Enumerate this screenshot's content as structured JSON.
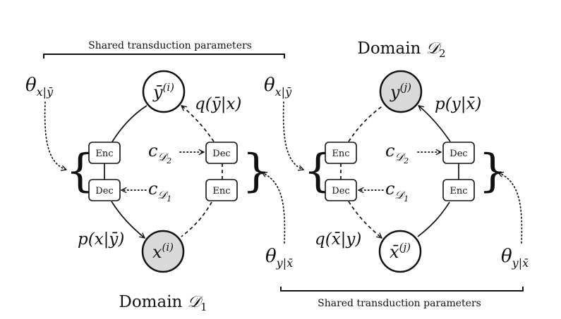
{
  "brackets": {
    "top_left_label": "Shared transduction parameters",
    "bottom_right_label": "Shared transduction parameters"
  },
  "domains": {
    "d1": {
      "prefix": "Domain ",
      "symbol": "𝒟",
      "sub": "1"
    },
    "d2": {
      "prefix": "Domain ",
      "symbol": "𝒟",
      "sub": "2"
    }
  },
  "boxes": {
    "enc": "Enc",
    "dec": "Dec"
  },
  "parameters": {
    "theta": "θ",
    "x_given_ybar": "x|ȳ",
    "y_given_xbar": "y|x̄"
  },
  "context": {
    "c": "c",
    "D": "𝒟",
    "one": "1",
    "two": "2"
  },
  "left_panel": {
    "top_node_base": "ȳ",
    "top_node_sup": "(i)",
    "bottom_node_base": "x",
    "bottom_node_sup": "(i)",
    "top_dist": "q(ȳ|x)",
    "bottom_dist": "p(x|ȳ)"
  },
  "right_panel": {
    "top_node_base": "y",
    "top_node_sup": "(j)",
    "bottom_node_base": "x̄",
    "bottom_node_sup": "(j)",
    "top_dist": "p(y|x̄)",
    "bottom_dist": "q(x̄|y)"
  }
}
